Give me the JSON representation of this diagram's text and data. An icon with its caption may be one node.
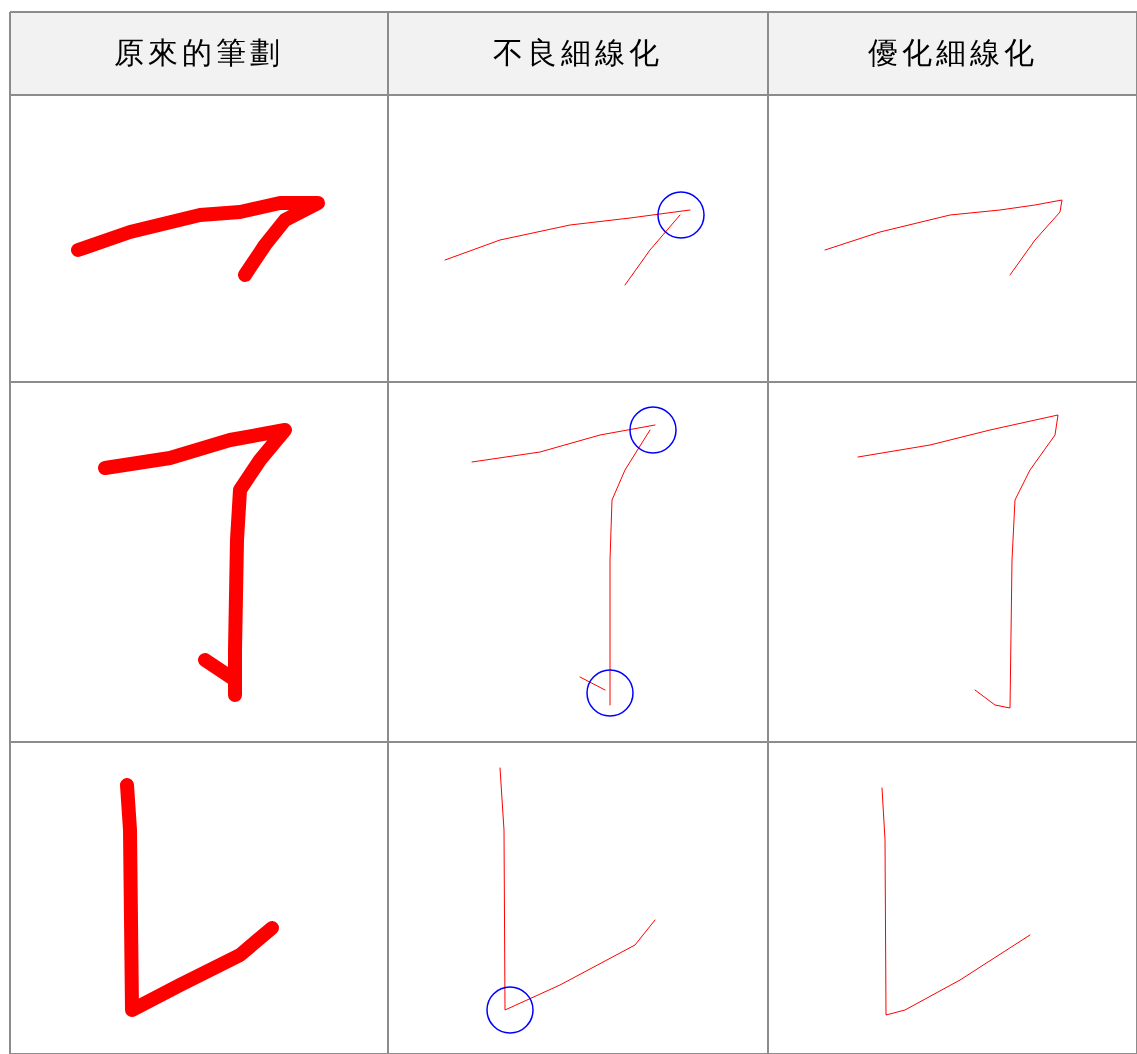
{
  "diagram": {
    "labels": [
      "原來的筆劃",
      "不良細線化",
      "優化細線化"
    ]
  }
}
